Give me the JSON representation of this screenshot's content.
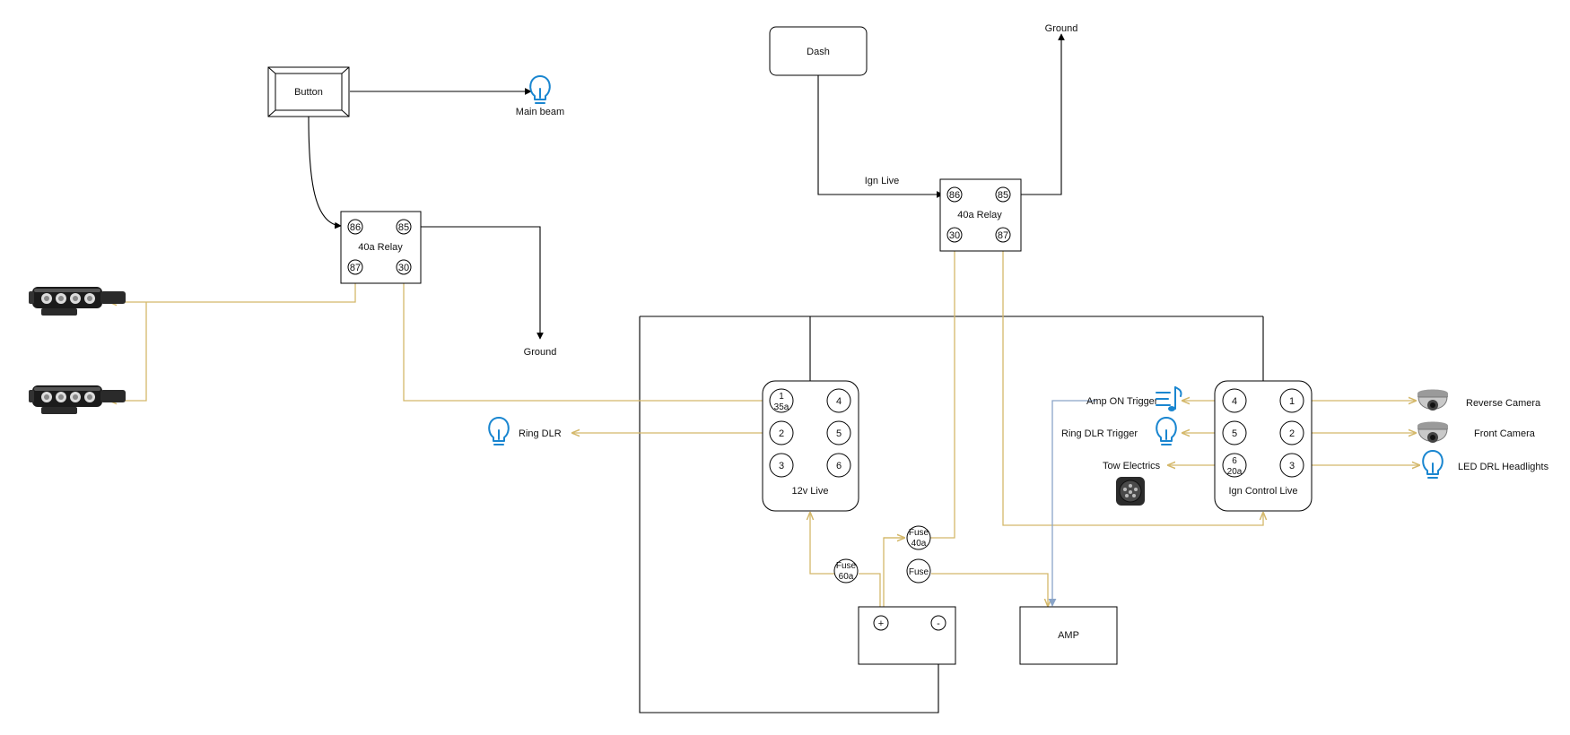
{
  "labels": {
    "button": "Button",
    "main_beam": "Main beam",
    "dash": "Dash",
    "ground_top": "Ground",
    "ign_live": "Ign Live",
    "relay_left": "40a Relay",
    "relay_right": "40a Relay",
    "ground_left": "Ground",
    "ring_dlr": "Ring DLR",
    "block_12v": "12v Live",
    "block_ign": "Ign Control Live",
    "amp_on_trigger": "Amp ON Trigger",
    "ring_dlr_trigger": "Ring DLR Trigger",
    "tow_electrics": "Tow Electrics",
    "reverse_camera": "Reverse Camera",
    "front_camera": "Front Camera",
    "led_drl": "LED DRL Headlights",
    "amp": "AMP",
    "fuse_40a_1": "Fuse",
    "fuse_40a_2": "40a",
    "fuse_60a_1": "Fuse",
    "fuse_60a_2": "60a",
    "fuse_plain": "Fuse",
    "bat_plus": "+",
    "bat_minus": "-"
  },
  "relay_left_pins": {
    "p86": "86",
    "p85": "85",
    "p87": "87",
    "p30": "30"
  },
  "relay_right_pins": {
    "p86": "86",
    "p85": "85",
    "p30": "30",
    "p87": "87"
  },
  "block_12v_pins": {
    "p1a": "1",
    "p1b": "35a",
    "p2": "2",
    "p3": "3",
    "p4": "4",
    "p5": "5",
    "p6": "6"
  },
  "block_ign_pins": {
    "p4": "4",
    "p5": "5",
    "p6a": "6",
    "p6b": "20a",
    "p1": "1",
    "p2": "2",
    "p3": "3"
  },
  "colors": {
    "power_wire": "#d4b86a",
    "signal_wire": "#8aa4c8",
    "icon_blue": "#1a86d0",
    "outline": "#000000"
  },
  "icons": [
    "lightbulb-icon",
    "led-light-bar-icon",
    "music-note-icon",
    "tow-socket-icon",
    "dome-camera-icon"
  ]
}
